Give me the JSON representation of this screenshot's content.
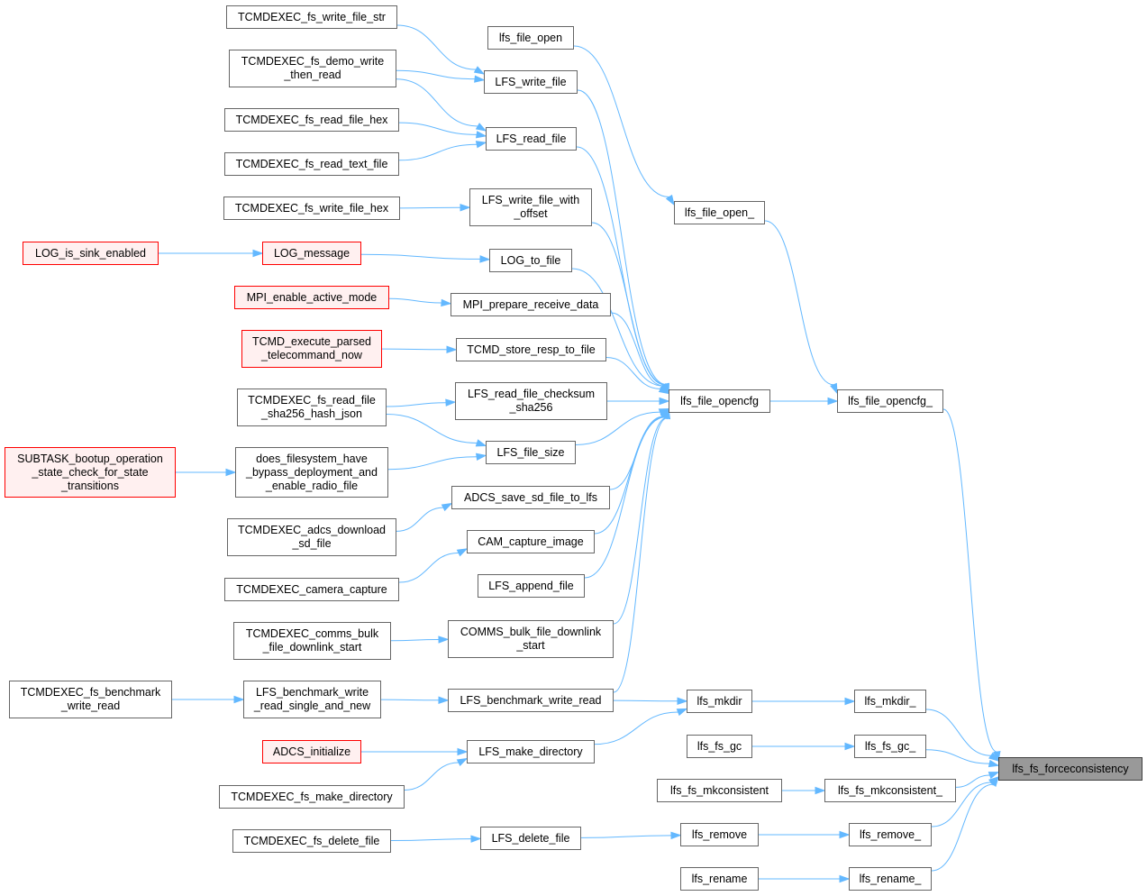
{
  "nodes": {
    "tcmdexec_fs_write_file_str": {
      "label": "TCMDEXEC_fs_write_file_str",
      "style": "normal"
    },
    "lfs_file_open": {
      "label": "lfs_file_open",
      "style": "normal"
    },
    "tcmdexec_fs_demo_write_then_read": {
      "label": "TCMDEXEC_fs_demo_write\n_then_read",
      "style": "normal"
    },
    "lfs_write_file": {
      "label": "LFS_write_file",
      "style": "normal"
    },
    "tcmdexec_fs_read_file_hex": {
      "label": "TCMDEXEC_fs_read_file_hex",
      "style": "normal"
    },
    "lfs_read_file": {
      "label": "LFS_read_file",
      "style": "normal"
    },
    "tcmdexec_fs_read_text_file": {
      "label": "TCMDEXEC_fs_read_text_file",
      "style": "normal"
    },
    "tcmdexec_fs_write_file_hex": {
      "label": "TCMDEXEC_fs_write_file_hex",
      "style": "normal"
    },
    "lfs_write_file_with_offset": {
      "label": "LFS_write_file_with\n_offset",
      "style": "normal"
    },
    "lfs_file_open_": {
      "label": "lfs_file_open_",
      "style": "normal"
    },
    "log_is_sink_enabled": {
      "label": "LOG_is_sink_enabled",
      "style": "red"
    },
    "log_message": {
      "label": "LOG_message",
      "style": "red"
    },
    "log_to_file": {
      "label": "LOG_to_file",
      "style": "normal"
    },
    "mpi_enable_active_mode": {
      "label": "MPI_enable_active_mode",
      "style": "red"
    },
    "mpi_prepare_receive_data": {
      "label": "MPI_prepare_receive_data",
      "style": "normal"
    },
    "tcmd_execute_parsed_telecommand_now": {
      "label": "TCMD_execute_parsed\n_telecommand_now",
      "style": "red"
    },
    "tcmd_store_resp_to_file": {
      "label": "TCMD_store_resp_to_file",
      "style": "normal"
    },
    "tcmdexec_fs_read_file_sha256_hash_json": {
      "label": "TCMDEXEC_fs_read_file\n_sha256_hash_json",
      "style": "normal"
    },
    "lfs_read_file_checksum_sha256": {
      "label": "LFS_read_file_checksum\n_sha256",
      "style": "normal"
    },
    "lfs_file_opencfg": {
      "label": "lfs_file_opencfg",
      "style": "normal"
    },
    "lfs_file_opencfg_": {
      "label": "lfs_file_opencfg_",
      "style": "normal"
    },
    "lfs_file_size": {
      "label": "LFS_file_size",
      "style": "normal"
    },
    "subtask_bootup_operation_state_check": {
      "label": "SUBTASK_bootup_operation\n_state_check_for_state\n_transitions",
      "style": "red"
    },
    "does_filesystem_have_bypass": {
      "label": "does_filesystem_have\n_bypass_deployment_and\n_enable_radio_file",
      "style": "normal"
    },
    "adcs_save_sd_file_to_lfs": {
      "label": "ADCS_save_sd_file_to_lfs",
      "style": "normal"
    },
    "tcmdexec_adcs_download_sd_file": {
      "label": "TCMDEXEC_adcs_download\n_sd_file",
      "style": "normal"
    },
    "cam_capture_image": {
      "label": "CAM_capture_image",
      "style": "normal"
    },
    "tcmdexec_camera_capture": {
      "label": "TCMDEXEC_camera_capture",
      "style": "normal"
    },
    "lfs_append_file": {
      "label": "LFS_append_file",
      "style": "normal"
    },
    "tcmdexec_comms_bulk_file_downlink_start": {
      "label": "TCMDEXEC_comms_bulk\n_file_downlink_start",
      "style": "normal"
    },
    "comms_bulk_file_downlink_start": {
      "label": "COMMS_bulk_file_downlink\n_start",
      "style": "normal"
    },
    "tcmdexec_fs_benchmark_write_read": {
      "label": "TCMDEXEC_fs_benchmark\n_write_read",
      "style": "normal"
    },
    "lfs_benchmark_write_read_single_and_new": {
      "label": "LFS_benchmark_write\n_read_single_and_new",
      "style": "normal"
    },
    "lfs_benchmark_write_read": {
      "label": "LFS_benchmark_write_read",
      "style": "normal"
    },
    "lfs_mkdir": {
      "label": "lfs_mkdir",
      "style": "normal"
    },
    "lfs_mkdir_": {
      "label": "lfs_mkdir_",
      "style": "normal"
    },
    "adcs_initialize": {
      "label": "ADCS_initialize",
      "style": "red"
    },
    "lfs_make_directory": {
      "label": "LFS_make_directory",
      "style": "normal"
    },
    "lfs_fs_gc": {
      "label": "lfs_fs_gc",
      "style": "normal"
    },
    "lfs_fs_gc_": {
      "label": "lfs_fs_gc_",
      "style": "normal"
    },
    "lfs_fs_forceconsistency": {
      "label": "lfs_fs_forceconsistency",
      "style": "focus"
    },
    "tcmdexec_fs_make_directory": {
      "label": "TCMDEXEC_fs_make_directory",
      "style": "normal"
    },
    "lfs_fs_mkconsistent": {
      "label": "lfs_fs_mkconsistent",
      "style": "normal"
    },
    "lfs_fs_mkconsistent_": {
      "label": "lfs_fs_mkconsistent_",
      "style": "normal"
    },
    "tcmdexec_fs_delete_file": {
      "label": "TCMDEXEC_fs_delete_file",
      "style": "normal"
    },
    "lfs_delete_file": {
      "label": "LFS_delete_file",
      "style": "normal"
    },
    "lfs_remove": {
      "label": "lfs_remove",
      "style": "normal"
    },
    "lfs_remove_": {
      "label": "lfs_remove_",
      "style": "normal"
    },
    "lfs_rename": {
      "label": "lfs_rename",
      "style": "normal"
    },
    "lfs_rename_": {
      "label": "lfs_rename_",
      "style": "normal"
    }
  },
  "edges": [
    [
      "tcmdexec_fs_write_file_str",
      "lfs_write_file"
    ],
    [
      "tcmdexec_fs_demo_write_then_read",
      "lfs_write_file"
    ],
    [
      "tcmdexec_fs_demo_write_then_read",
      "lfs_read_file"
    ],
    [
      "tcmdexec_fs_read_file_hex",
      "lfs_read_file"
    ],
    [
      "tcmdexec_fs_read_text_file",
      "lfs_read_file"
    ],
    [
      "tcmdexec_fs_write_file_hex",
      "lfs_write_file_with_offset"
    ],
    [
      "log_is_sink_enabled",
      "log_message"
    ],
    [
      "log_message",
      "log_to_file"
    ],
    [
      "mpi_enable_active_mode",
      "mpi_prepare_receive_data"
    ],
    [
      "tcmd_execute_parsed_telecommand_now",
      "tcmd_store_resp_to_file"
    ],
    [
      "tcmdexec_fs_read_file_sha256_hash_json",
      "lfs_read_file_checksum_sha256"
    ],
    [
      "tcmdexec_fs_read_file_sha256_hash_json",
      "lfs_file_size"
    ],
    [
      "subtask_bootup_operation_state_check",
      "does_filesystem_have_bypass"
    ],
    [
      "does_filesystem_have_bypass",
      "lfs_file_size"
    ],
    [
      "tcmdexec_adcs_download_sd_file",
      "adcs_save_sd_file_to_lfs"
    ],
    [
      "tcmdexec_camera_capture",
      "cam_capture_image"
    ],
    [
      "tcmdexec_comms_bulk_file_downlink_start",
      "comms_bulk_file_downlink_start"
    ],
    [
      "tcmdexec_fs_benchmark_write_read",
      "lfs_benchmark_write_read_single_and_new"
    ],
    [
      "lfs_benchmark_write_read_single_and_new",
      "lfs_benchmark_write_read"
    ],
    [
      "adcs_initialize",
      "lfs_make_directory"
    ],
    [
      "tcmdexec_fs_make_directory",
      "lfs_make_directory"
    ],
    [
      "tcmdexec_fs_delete_file",
      "lfs_delete_file"
    ],
    [
      "lfs_file_open",
      "lfs_file_open_"
    ],
    [
      "lfs_write_file",
      "lfs_file_opencfg"
    ],
    [
      "lfs_read_file",
      "lfs_file_opencfg"
    ],
    [
      "lfs_write_file_with_offset",
      "lfs_file_opencfg"
    ],
    [
      "log_to_file",
      "lfs_file_opencfg"
    ],
    [
      "mpi_prepare_receive_data",
      "lfs_file_opencfg"
    ],
    [
      "tcmd_store_resp_to_file",
      "lfs_file_opencfg"
    ],
    [
      "lfs_read_file_checksum_sha256",
      "lfs_file_opencfg"
    ],
    [
      "lfs_file_size",
      "lfs_file_opencfg"
    ],
    [
      "adcs_save_sd_file_to_lfs",
      "lfs_file_opencfg"
    ],
    [
      "cam_capture_image",
      "lfs_file_opencfg"
    ],
    [
      "lfs_append_file",
      "lfs_file_opencfg"
    ],
    [
      "comms_bulk_file_downlink_start",
      "lfs_file_opencfg"
    ],
    [
      "lfs_benchmark_write_read",
      "lfs_file_opencfg"
    ],
    [
      "lfs_benchmark_write_read",
      "lfs_mkdir"
    ],
    [
      "lfs_make_directory",
      "lfs_mkdir"
    ],
    [
      "lfs_delete_file",
      "lfs_remove"
    ],
    [
      "lfs_file_opencfg",
      "lfs_file_opencfg_"
    ],
    [
      "lfs_file_open_",
      "lfs_file_opencfg_"
    ],
    [
      "lfs_mkdir",
      "lfs_mkdir_"
    ],
    [
      "lfs_fs_gc",
      "lfs_fs_gc_"
    ],
    [
      "lfs_fs_mkconsistent",
      "lfs_fs_mkconsistent_"
    ],
    [
      "lfs_remove",
      "lfs_remove_"
    ],
    [
      "lfs_rename",
      "lfs_rename_"
    ],
    [
      "lfs_file_opencfg_",
      "lfs_fs_forceconsistency"
    ],
    [
      "lfs_mkdir_",
      "lfs_fs_forceconsistency"
    ],
    [
      "lfs_fs_gc_",
      "lfs_fs_forceconsistency"
    ],
    [
      "lfs_fs_mkconsistent_",
      "lfs_fs_forceconsistency"
    ],
    [
      "lfs_remove_",
      "lfs_fs_forceconsistency"
    ],
    [
      "lfs_rename_",
      "lfs_fs_forceconsistency"
    ]
  ]
}
